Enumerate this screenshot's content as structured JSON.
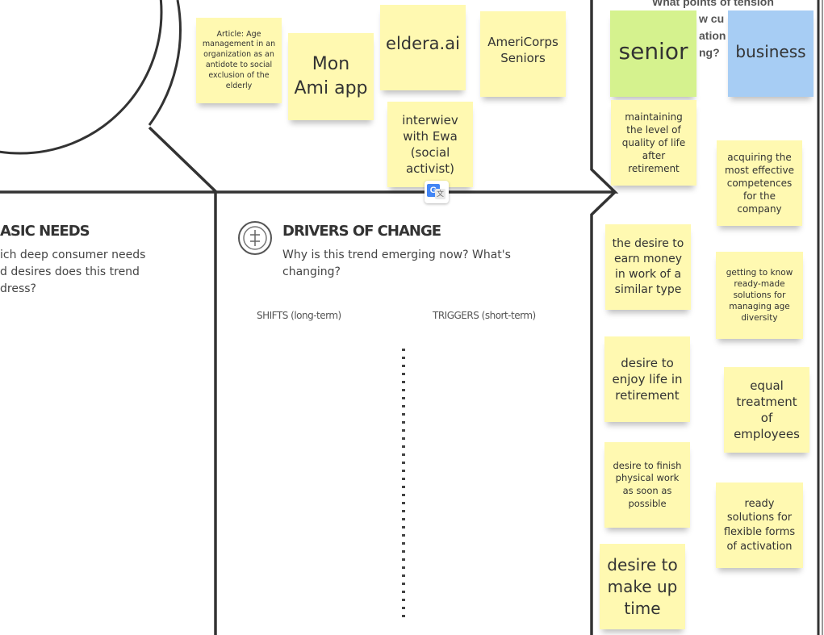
{
  "canvas": {
    "basic_needs": {
      "title": "ASIC NEEDS",
      "question_lines": [
        "ich deep consumer needs",
        "d desires does this trend",
        "dress?"
      ]
    },
    "drivers_of_change": {
      "title": "DRIVERS OF CHANGE",
      "question_lines": [
        "Why is this trend emerging now? What's",
        "changing?"
      ],
      "shifts_label": "SHIFTS (long-term)",
      "triggers_label": "TRIGGERS (short-term)"
    },
    "tension": {
      "question_lines": [
        "What points of tension",
        "w cu",
        "ation",
        "ng?"
      ]
    }
  },
  "notes": [
    {
      "text": "Article: Age management in an organization as an antidote to social exclusion of the elderly",
      "color": "#fff9b1"
    },
    {
      "text": "Mon Ami app",
      "color": "#fff9b1"
    },
    {
      "text": "eldera.ai",
      "color": "#fff9b1"
    },
    {
      "text": "AmeriCorps Seniors",
      "color": "#fff9b1"
    },
    {
      "text": "interwiev with Ewa (social activist)",
      "color": "#fff9b1"
    },
    {
      "text": "senior",
      "color": "#d5f28e"
    },
    {
      "text": "business",
      "color": "#a7cdf4"
    },
    {
      "text": "maintaining the level of quality of life after retirement",
      "color": "#fff9b1"
    },
    {
      "text": "acquiring the most effective competences for the company",
      "color": "#fff9b1"
    },
    {
      "text": "the desire to earn money in work of a similar type",
      "color": "#fff9b1"
    },
    {
      "text": "getting to know ready-made solutions for managing age diversity",
      "color": "#fff9b1"
    },
    {
      "text": "desire to enjoy life in retirement",
      "color": "#fff9b1"
    },
    {
      "text": "equal treatment of employees",
      "color": "#fff9b1"
    },
    {
      "text": "desire to finish physical work as soon as possible",
      "color": "#fff9b1"
    },
    {
      "text": "ready solutions for flexible forms of activation",
      "color": "#fff9b1"
    },
    {
      "text": "desire to make up time",
      "color": "#fff9b1"
    }
  ],
  "translate_extension": {
    "icon": "google-translate-icon",
    "glyph": "G",
    "glyph2": "文"
  }
}
